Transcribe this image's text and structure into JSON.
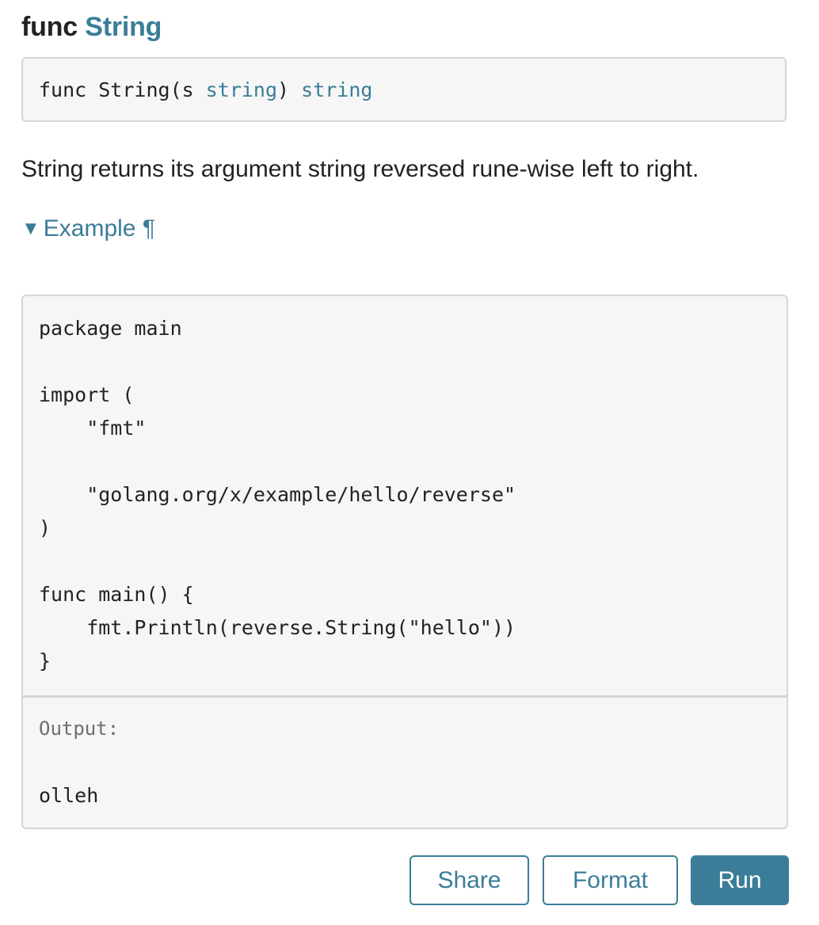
{
  "heading": {
    "keyword": "func",
    "name": "String"
  },
  "signature": {
    "prefix": "func String(s ",
    "param_type": "string",
    "middle": ") ",
    "return_type": "string"
  },
  "doc": {
    "text": "String returns its argument string reversed rune-wise left to right."
  },
  "example": {
    "toggle_icon": "▼",
    "label": "Example",
    "anchor": "¶",
    "code": "package main\n\nimport (\n    \"fmt\"\n\n    \"golang.org/x/example/hello/reverse\"\n)\n\nfunc main() {\n    fmt.Println(reverse.String(\"hello\"))\n}",
    "output_label": "Output:",
    "output_value": "olleh"
  },
  "buttons": {
    "share": "Share",
    "format": "Format",
    "run": "Run"
  },
  "colors": {
    "link": "#3b7d98",
    "text": "#202224",
    "code_bg": "#f6f6f6",
    "border": "#d6d6d6"
  },
  "icons": {
    "toggle": "triangle-down-icon",
    "anchor": "pilcrow-icon"
  }
}
